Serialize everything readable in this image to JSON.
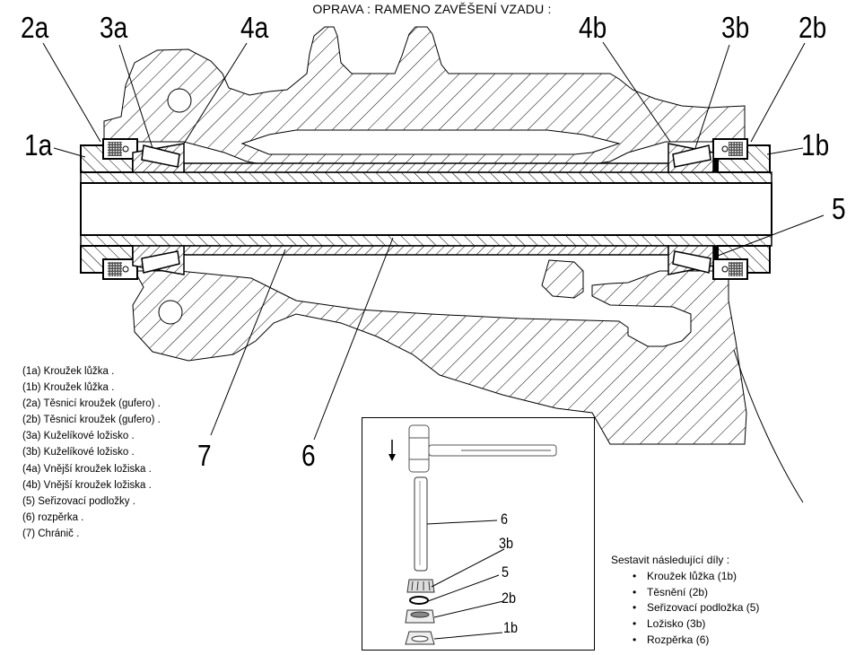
{
  "title": "OPRAVA : RAMENO ZAVĚŠENÍ VZADU :",
  "callouts": {
    "c2a": "2a",
    "c3a": "3a",
    "c4a": "4a",
    "c1a": "1a",
    "c4b": "4b",
    "c3b": "3b",
    "c2b": "2b",
    "c1b": "1b",
    "c5": "5",
    "c7": "7",
    "c6": "6"
  },
  "legend": [
    "(1a) Kroužek lůžka .",
    "(1b) Kroužek lůžka .",
    "(2a) Těsnicí kroužek (gufero) .",
    "(2b) Těsnicí kroužek (gufero) .",
    "(3a) Kuželíkové ložisko .",
    "(3b) Kuželíkové ložisko .",
    "(4a) Vnější kroužek ložiska .",
    "(4b) Vnější kroužek ložiska .",
    "(5) Seřizovací podložky .",
    "(6) rozpěrka .",
    "(7) Chránič ."
  ],
  "assembly_inset": {
    "labels": {
      "spacer": "6",
      "bearing": "3b",
      "shims": "5",
      "seal": "2b",
      "ring": "1b"
    },
    "arrow_icon": "down-arrow-icon",
    "tool_icon": "hammer-icon"
  },
  "assembly_steps": {
    "heading": "Sestavit následující díly :",
    "items": [
      "Kroužek lůžka (1b)",
      "Těsnění (2b)",
      "Seřizovací podložka (5)",
      "Ložisko (3b)",
      "Rozpěrka (6)"
    ]
  }
}
